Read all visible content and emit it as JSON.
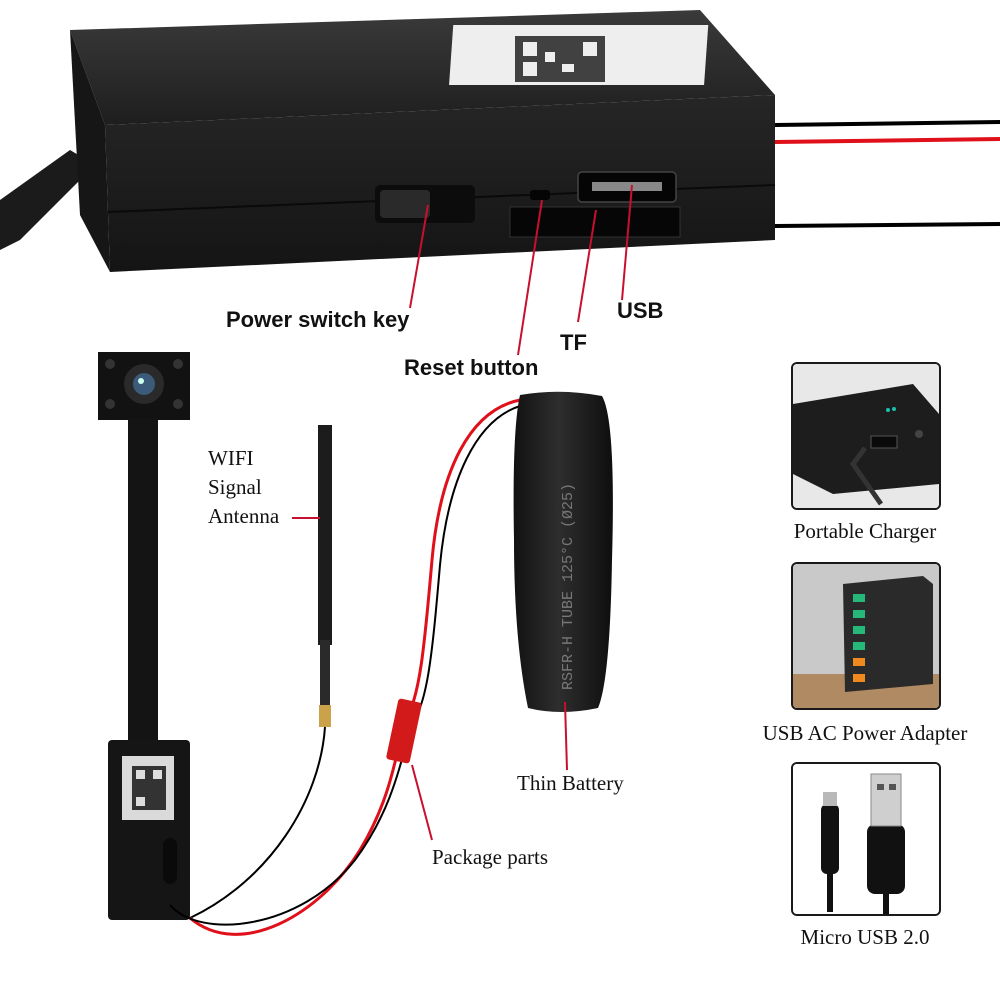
{
  "callouts": {
    "power_switch_key": "Power switch key",
    "reset_button": "Reset button",
    "tf": "TF",
    "usb": "USB",
    "wifi_line1": "WIFI",
    "wifi_line2": "Signal",
    "wifi_line3": "Antenna",
    "thin_battery": "Thin Battery",
    "package_parts": "Package parts"
  },
  "accessories": [
    {
      "caption": "Portable Charger",
      "icon": "power-bank"
    },
    {
      "caption": "USB AC Power Adapter",
      "icon": "usb-charging-hub"
    },
    {
      "caption": "Micro USB 2.0",
      "icon": "micro-usb-cable"
    }
  ],
  "battery_print": "RSFR-H  TUBE  125°C  (Ø25)",
  "colors": {
    "callout_line": "#c8102e",
    "device_body": "#1c1c1c",
    "wire_red": "#e0101a",
    "wire_black": "#000000"
  }
}
